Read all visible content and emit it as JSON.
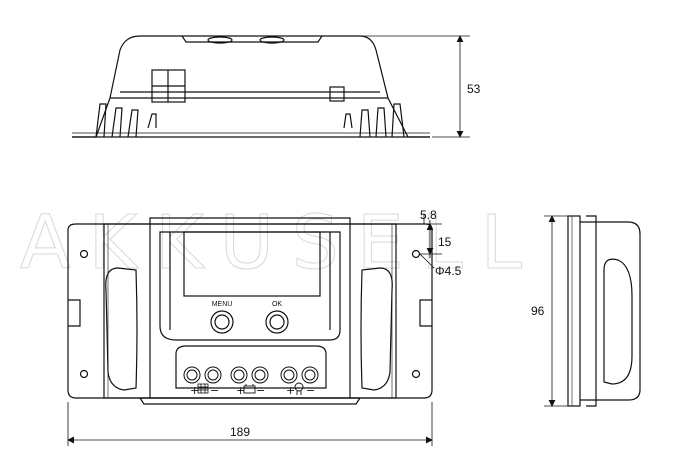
{
  "watermark": "AKKUSELL",
  "dimensions": {
    "height_top_view": "53",
    "width_front_view": "189",
    "height_side_view": "96",
    "hole_offset": "5.8",
    "hole_vertical": "15",
    "hole_diameter": "Φ4.5"
  },
  "buttons": {
    "menu": "MENU",
    "ok": "OK"
  },
  "terminals": [
    {
      "plus": "+",
      "minus": "−",
      "icon": "solar-panel-icon"
    },
    {
      "plus": "+",
      "minus": "−",
      "icon": "battery-icon"
    },
    {
      "plus": "+",
      "minus": "−",
      "icon": "lamp-icon"
    }
  ]
}
